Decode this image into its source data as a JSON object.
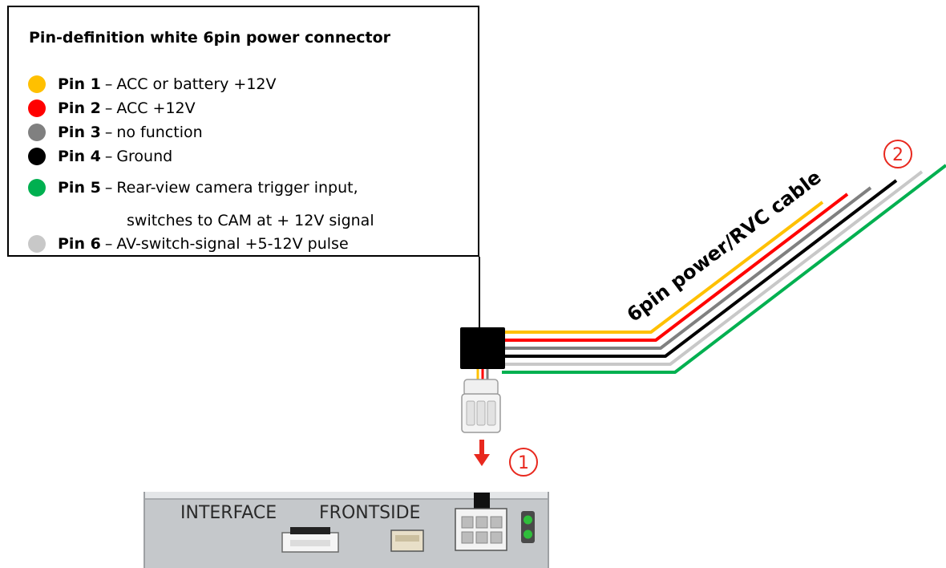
{
  "legend": {
    "title": "Pin-definition white 6pin power connector",
    "pins": [
      {
        "label": "Pin 1",
        "sep": "–",
        "desc": "ACC or battery +12V",
        "color": "#ffc000"
      },
      {
        "label": "Pin 2",
        "sep": "–",
        "desc": "ACC +12V",
        "color": "#ff0000"
      },
      {
        "label": "Pin 3",
        "sep": "–",
        "desc": "no function",
        "color": "#808080"
      },
      {
        "label": "Pin 4",
        "sep": "–",
        "desc": "Ground",
        "color": "#000000"
      },
      {
        "label": "Pin 5",
        "sep": "–",
        "desc": "Rear-view camera trigger input,",
        "color": "#00b050"
      },
      {
        "label": "Pin 6",
        "sep": "–",
        "desc": "AV-switch-signal +5-12V pulse",
        "color": "#c8c8c8"
      }
    ],
    "pin5_desc_line2": "switches to CAM at + 12V signal"
  },
  "cable": {
    "label": "6pin  power/RVC cable",
    "marker": "2",
    "wire_colors": [
      "#ffc000",
      "#ff0000",
      "#808080",
      "#000000",
      "#c8c8c8",
      "#00b050"
    ]
  },
  "arrow": {
    "marker": "1",
    "color": "#e8281e"
  },
  "interface": {
    "label_left": "INTERFACE",
    "label_right": "FRONTSIDE"
  }
}
